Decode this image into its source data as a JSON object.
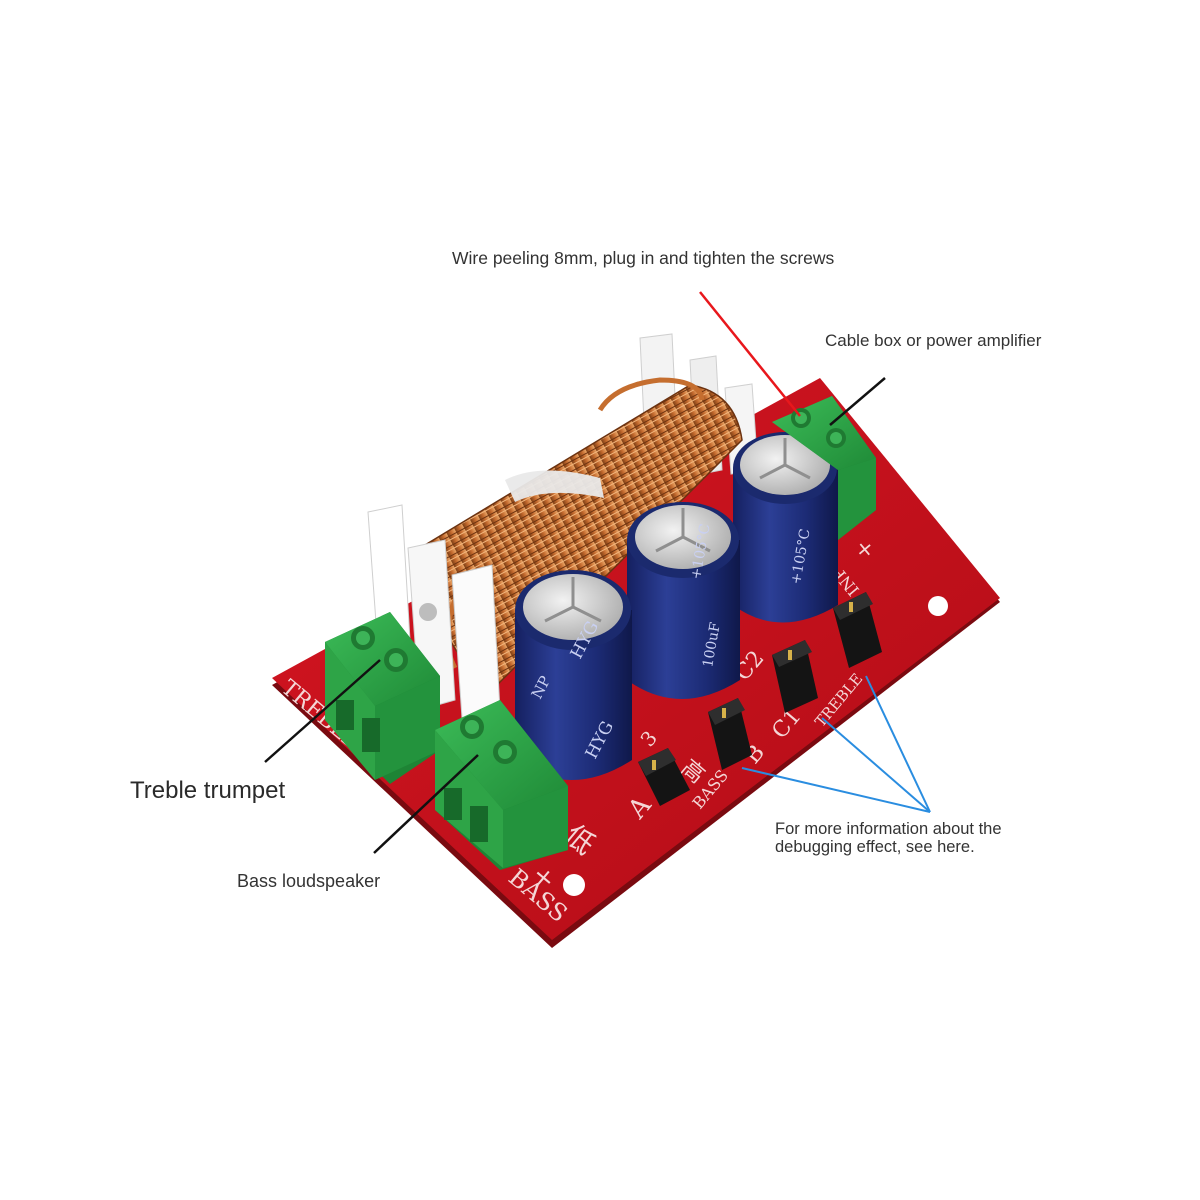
{
  "callouts": {
    "wire": "Wire peeling 8mm, plug in and tighten the screws",
    "cable_box": "Cable box or power amplifier",
    "treble": "Treble trumpet",
    "bass": "Bass loudspeaker",
    "info_line1": "For more information about the",
    "info_line2": "debugging effect, see here."
  },
  "board": {
    "silkscreen_treble": "TREBLE",
    "silkscreen_bass": "BASS",
    "silkscreen_low": "低",
    "silkscreen_high": "高",
    "silkscreen_input": "INPUT",
    "silkscreen_plus_input": "+",
    "silkscreen_plus_bass": "+",
    "silkscreen_c2": "C2",
    "silkscreen_c1": "C1",
    "silkscreen_a": "A",
    "silkscreen_b": "B",
    "silkscreen_3": "3",
    "silkscreen_bass_small": "BASS",
    "silkscreen_treble_small": "TREBLE",
    "capacitor_brand": "HYG",
    "capacitor_np": "NP",
    "capacitor_temp": "+105°C",
    "capacitor_value": "100uF"
  },
  "colors": {
    "pcb": "#c8101c",
    "terminal": "#2fa84a",
    "capacitor": "#1f2f7a",
    "copper": "#c9763a",
    "red_line": "#e8171c",
    "blue_line": "#2a8de0",
    "black_line": "#111111"
  }
}
